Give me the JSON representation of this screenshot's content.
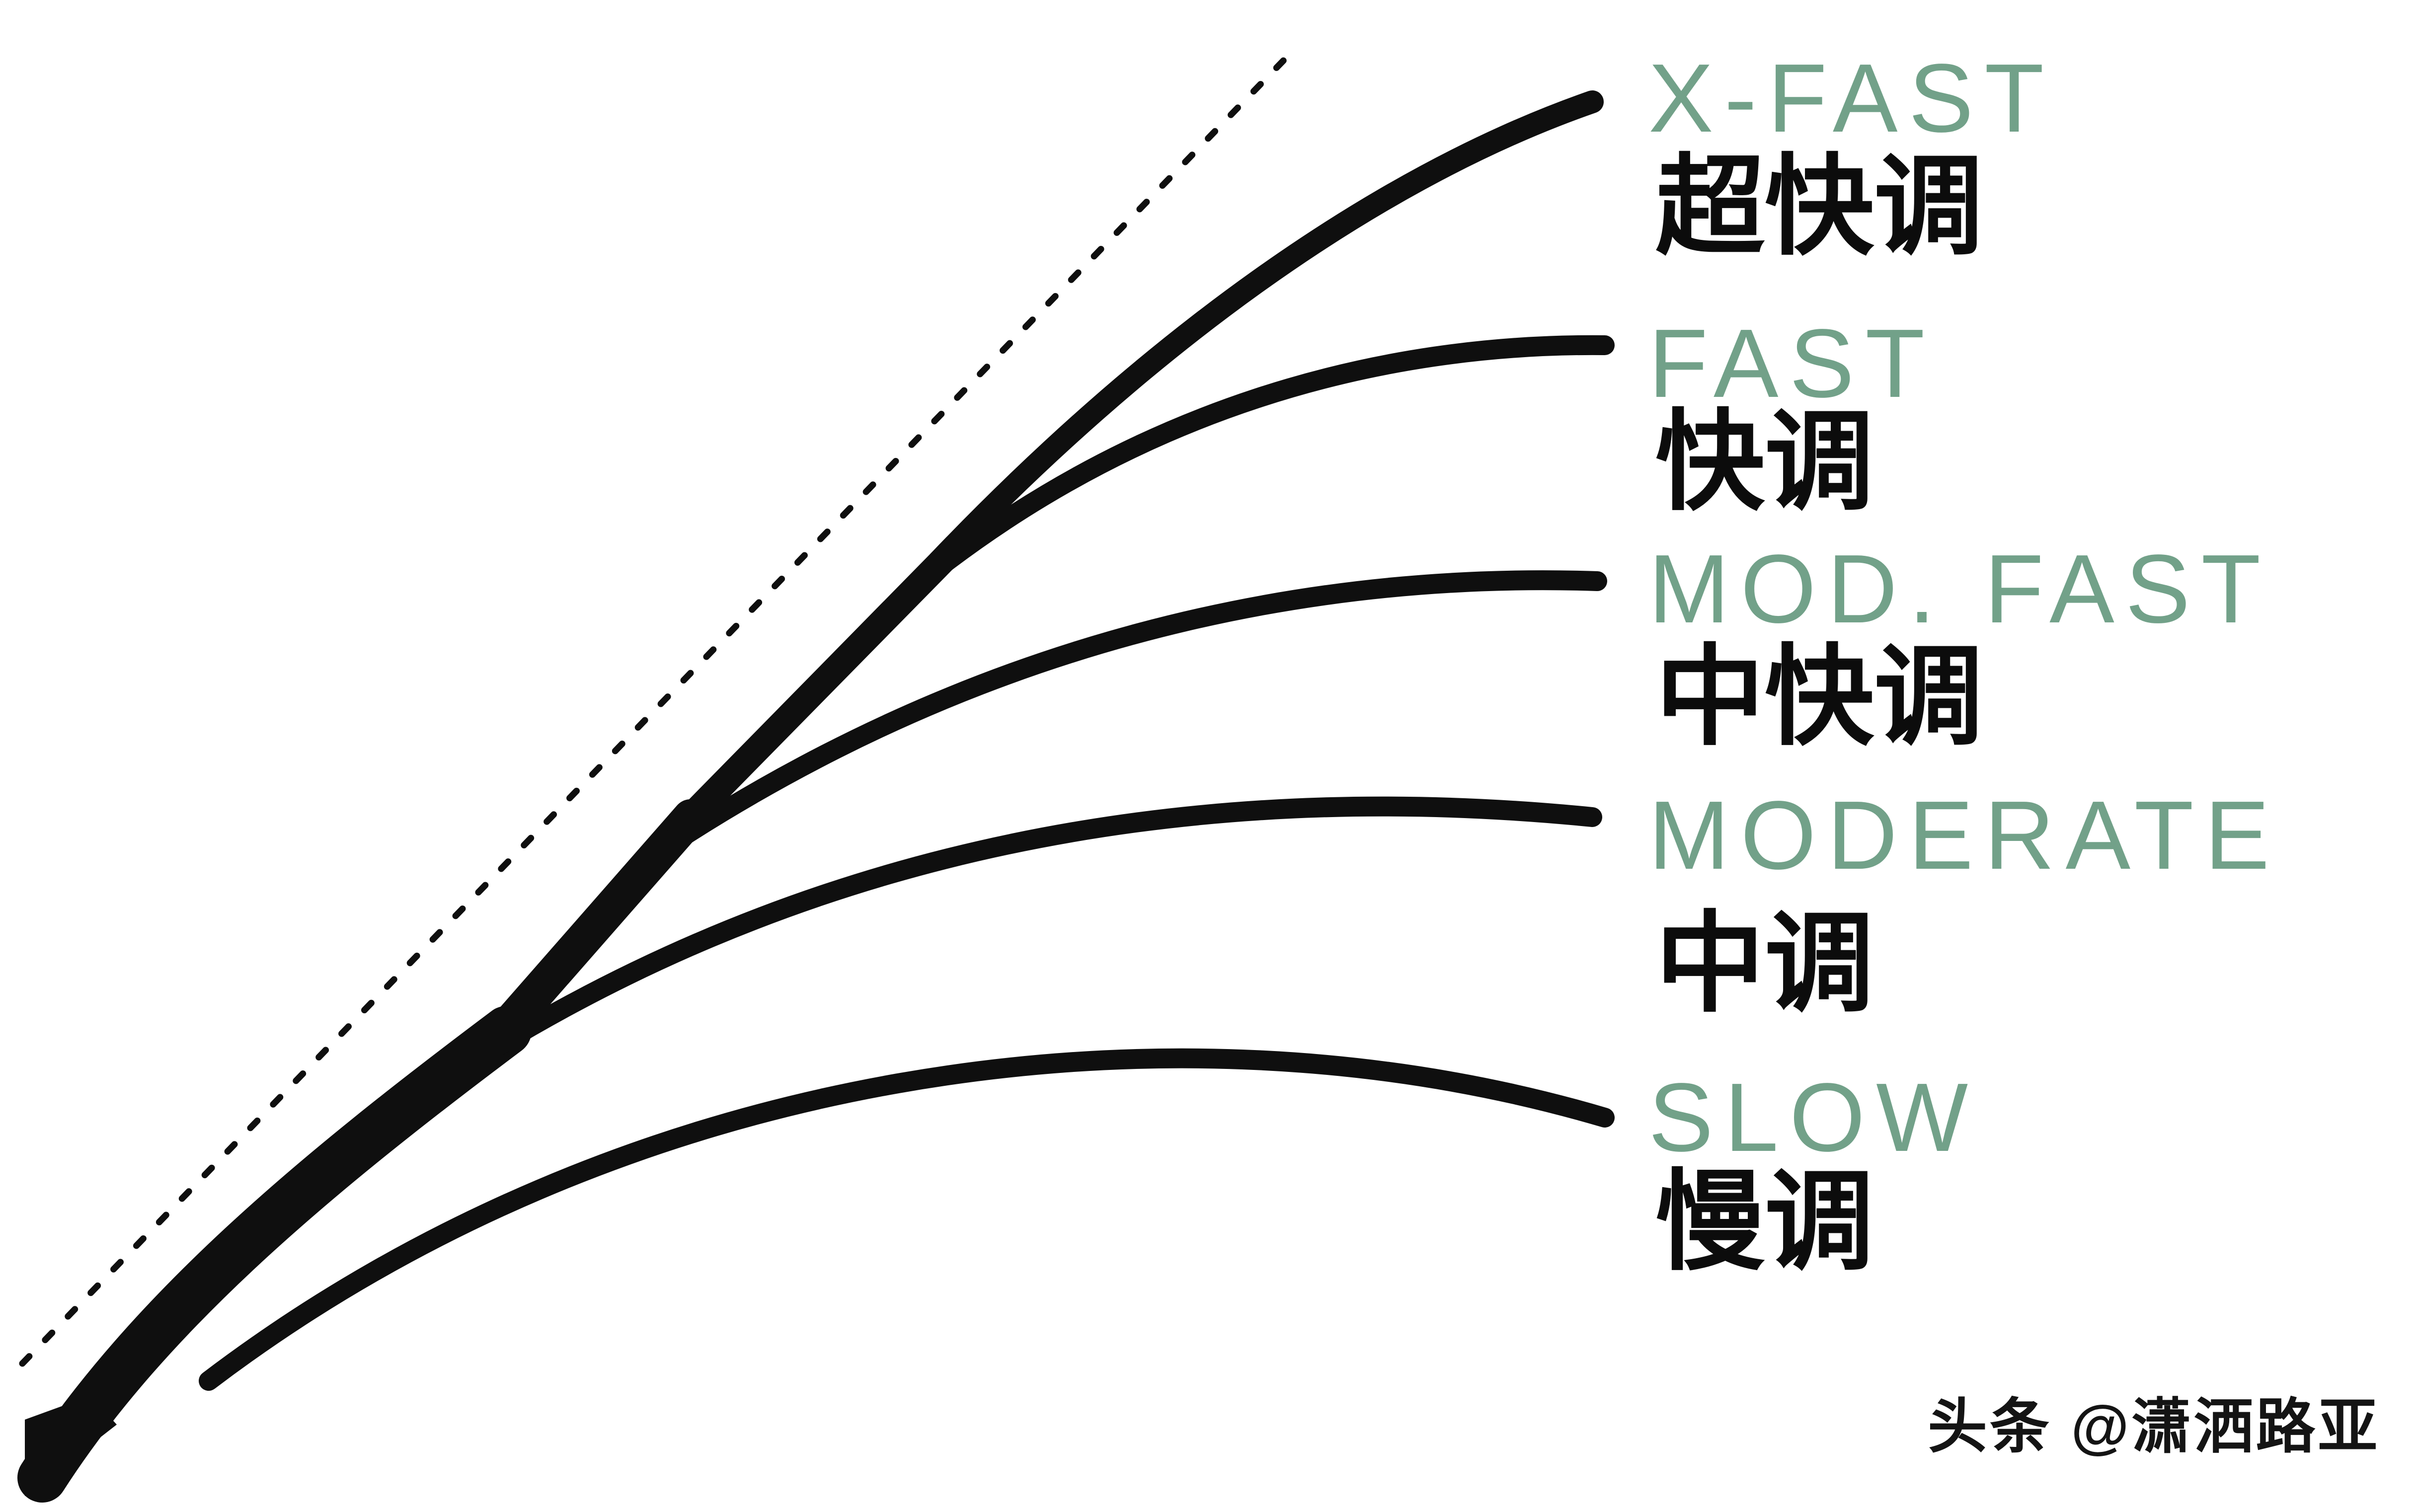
{
  "page": {
    "background": "#ffffff",
    "accent_green": "#72a189",
    "ink_black": "#0f0f0f"
  },
  "legend": [
    {
      "en": "X-FAST",
      "zh": "超快调"
    },
    {
      "en": "FAST",
      "zh": "快调"
    },
    {
      "en": "MOD. FAST",
      "zh": "中快调"
    },
    {
      "en": "MODERATE",
      "zh": "中调"
    },
    {
      "en": "SLOW",
      "zh": "慢调"
    }
  ],
  "watermark": {
    "text": "头条 @潇洒路亚"
  }
}
